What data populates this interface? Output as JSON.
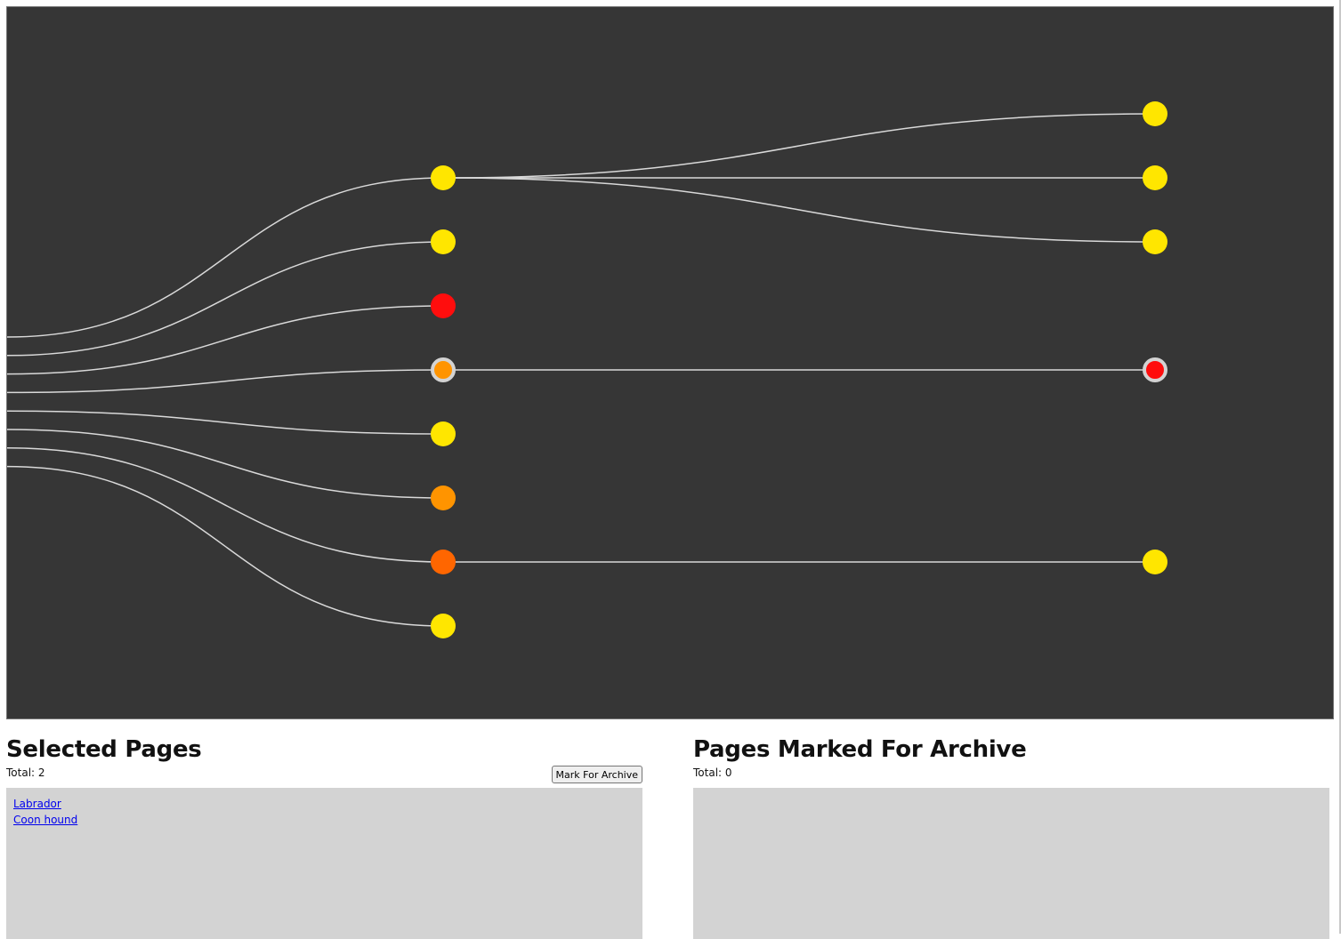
{
  "tree": {
    "background": "#363636",
    "link_color": "#d9d9d9",
    "node_colors": {
      "yellow": "#ffe600",
      "red": "#ff0d0d",
      "amber": "#ff9400",
      "orange": "#ff6600",
      "selected_ring": "#d3d3d3"
    },
    "levels": [
      [
        {
          "id": "n1",
          "color": "yellow",
          "selected": false,
          "children": [
            {
              "id": "n1a",
              "color": "yellow",
              "selected": false
            },
            {
              "id": "n1b",
              "color": "yellow",
              "selected": false
            },
            {
              "id": "n1c",
              "color": "yellow",
              "selected": false
            }
          ]
        },
        {
          "id": "n2",
          "color": "yellow",
          "selected": false,
          "children": []
        },
        {
          "id": "n3",
          "color": "red",
          "selected": false,
          "children": []
        },
        {
          "id": "n4",
          "color": "amber",
          "selected": true,
          "children": [
            {
              "id": "n4a",
              "color": "red",
              "selected": true
            }
          ]
        },
        {
          "id": "n5",
          "color": "yellow",
          "selected": false,
          "children": []
        },
        {
          "id": "n6",
          "color": "amber",
          "selected": false,
          "children": []
        },
        {
          "id": "n7",
          "color": "orange",
          "selected": false,
          "children": [
            {
              "id": "n7a",
              "color": "yellow",
              "selected": false
            }
          ]
        },
        {
          "id": "n8",
          "color": "yellow",
          "selected": false,
          "children": []
        }
      ]
    ]
  },
  "selected_pages": {
    "title": "Selected Pages",
    "total_label": "Total: 2",
    "button_label": "Mark For Archive",
    "items": [
      "Labrador",
      "Coon hound"
    ]
  },
  "archive_pages": {
    "title": "Pages Marked For Archive",
    "total_label": "Total: 0",
    "items": []
  }
}
